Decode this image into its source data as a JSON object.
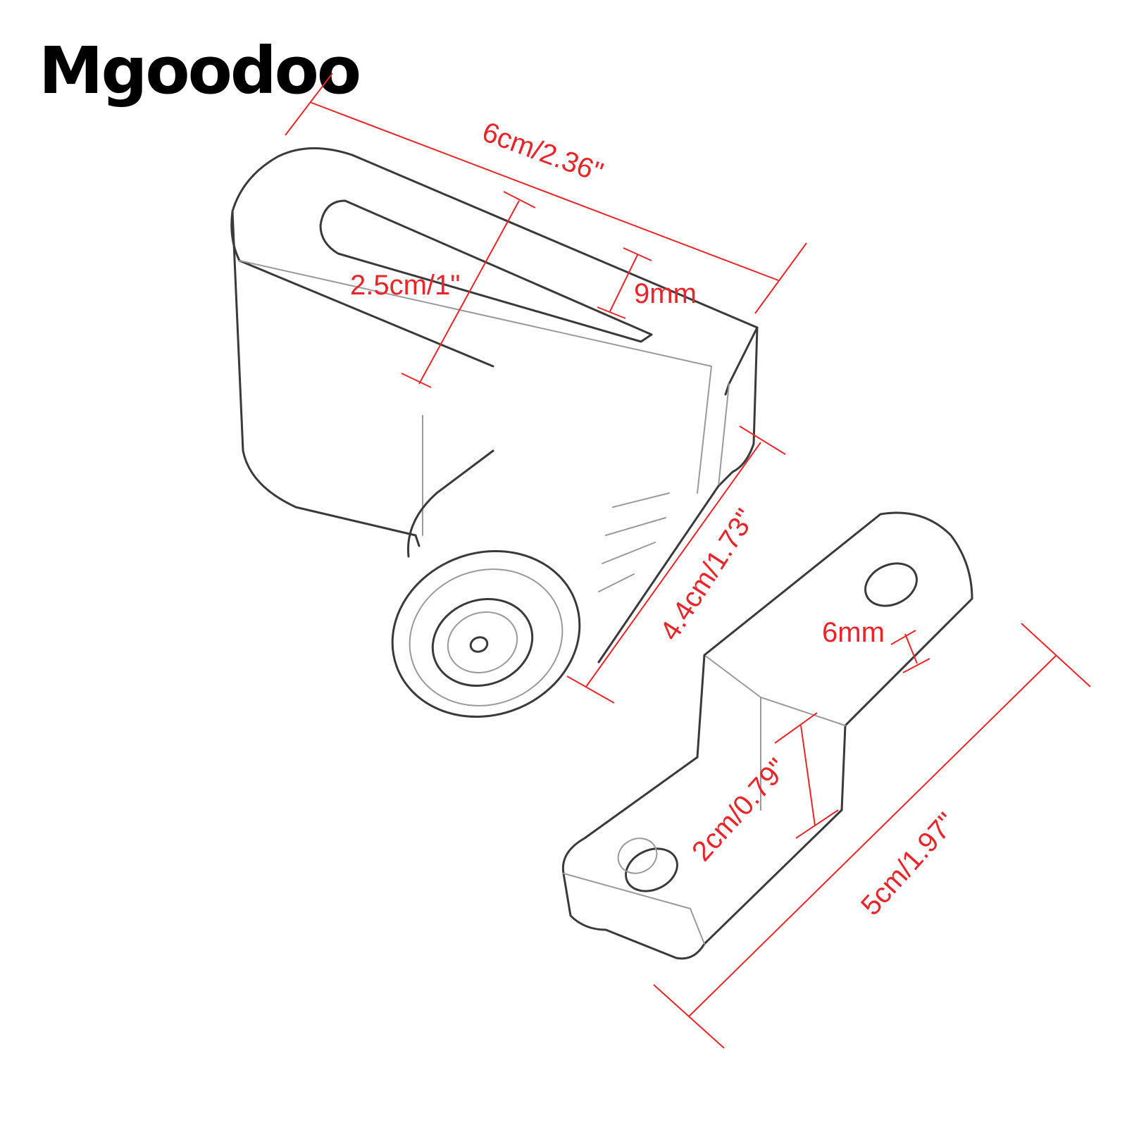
{
  "brand": {
    "name": "Mgoodoo",
    "color": "#000000"
  },
  "colors": {
    "dimension": "#e8262a",
    "outline": "#3a3a3a",
    "background": "#ffffff"
  },
  "dimensions": {
    "lock_length": "6cm/2.36\"",
    "lock_slot_length": "2.5cm/1\"",
    "lock_slot_width": "9mm",
    "lock_height": "4.4cm/1.73\"",
    "bracket_thickness": "6mm",
    "bracket_step_height": "2cm/0.79\"",
    "bracket_length": "5cm/1.97\""
  },
  "icons": {
    "lock": "disc-lock-icon",
    "bracket": "mounting-bracket-icon"
  }
}
